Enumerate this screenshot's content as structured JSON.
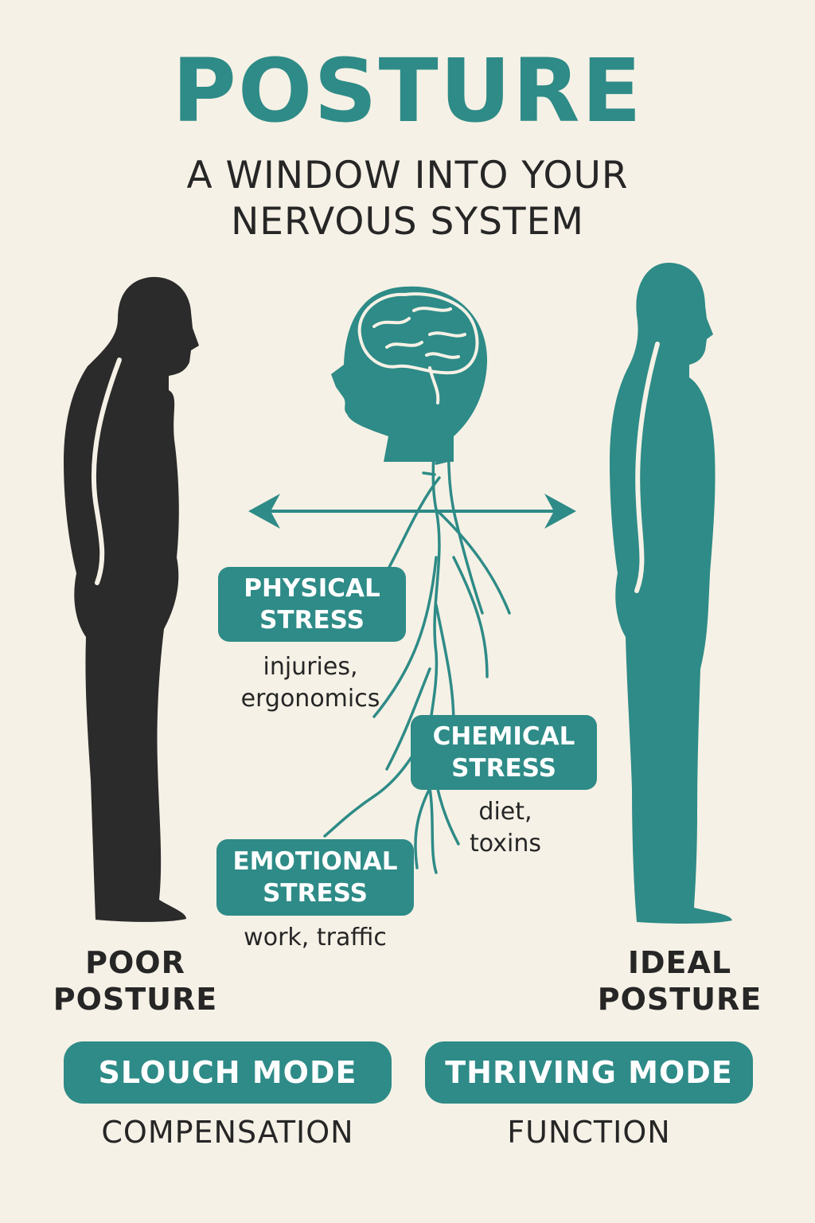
{
  "title": "POSTURE",
  "subtitle": {
    "line1": "A WINDOW INTO YOUR",
    "line2": "NERVOUS SYSTEM"
  },
  "left": {
    "label_line1": "POOR",
    "label_line2": "POSTURE",
    "mode": "SLOUCH MODE",
    "mode_sub": "COMPENSATION"
  },
  "right": {
    "label_line1": "IDEAL",
    "label_line2": "POSTURE",
    "mode": "THRIVING MODE",
    "mode_sub": "FUNCTION"
  },
  "stresses": {
    "physical": {
      "line1": "PHYSICAL",
      "line2": "STRESS",
      "desc1": "injuries,",
      "desc2": "ergonomics"
    },
    "chemical": {
      "line1": "CHEMICAL",
      "line2": "STRESS",
      "desc1": "diet,",
      "desc2": "toxins"
    },
    "emotional": {
      "line1": "EMOTIONAL",
      "line2": "STRESS",
      "desc1": "work, traffic"
    }
  },
  "colors": {
    "teal": "#2e8b87",
    "dark": "#2b2b2b",
    "background": "#f6f1e6"
  },
  "icons": [
    "brain-head-icon",
    "double-arrow-icon",
    "spine-nerves-icon"
  ]
}
